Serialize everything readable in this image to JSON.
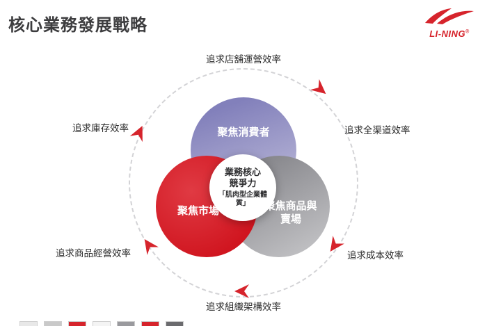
{
  "slide": {
    "title": "核心業務發展戰略"
  },
  "logo": {
    "text": "LI-NING",
    "reg": "®"
  },
  "venn": {
    "consumer": "聚焦消費者",
    "market": "聚焦市場",
    "product_line1": "聚焦商品與",
    "product_line2": "賣場",
    "core_line1": "業務核心",
    "core_line2": "競爭力",
    "core_sub": "「肌肉型企業體質」"
  },
  "labels": {
    "top": "追求店舖運營效率",
    "right_top": "追求全渠道效率",
    "right_bottom": "追求成本效率",
    "bottom": "追求組織架構效率",
    "left_bottom": "追求商品經營效率",
    "left_top": "追求庫存效率"
  },
  "colors": {
    "brand_red": "#D6242C",
    "circle_purple": "#8280BB",
    "circle_gray": "#98989C",
    "orbit_dash": "#D3D3D6"
  }
}
